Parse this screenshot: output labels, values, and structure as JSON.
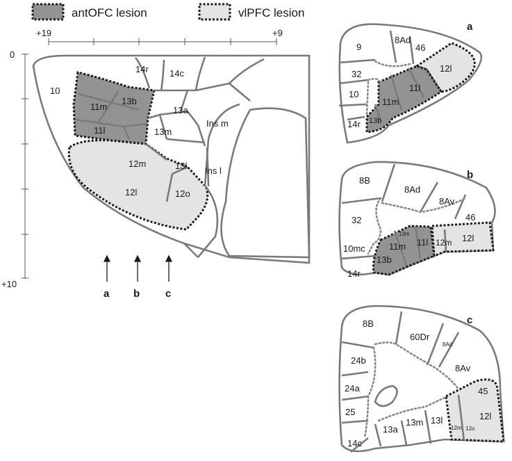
{
  "legend": {
    "antofc": {
      "label": "antOFC lesion",
      "fill": "#939393"
    },
    "vlpfc": {
      "label": "vlPFC lesion",
      "fill": "#e4e4e4"
    }
  },
  "axes": {
    "x_left": "+19",
    "x_right": "+9",
    "y_top": "0",
    "y_bottom": "+10"
  },
  "main": {
    "regions": [
      "10",
      "14r",
      "14c",
      "13b",
      "11m",
      "11l",
      "13a",
      "13m",
      "Ins m",
      "12m",
      "13l",
      "Ins l",
      "12l",
      "12o"
    ]
  },
  "arrows": [
    "a",
    "b",
    "c"
  ],
  "panel_a": {
    "letter": "a",
    "regions": [
      "9",
      "8Ad",
      "46",
      "32",
      "12l",
      "10",
      "11l",
      "11m",
      "14r",
      "13b"
    ]
  },
  "panel_b": {
    "letter": "b",
    "regions": [
      "8B",
      "8Ad",
      "8Av",
      "32",
      "46",
      "13m",
      "10mc",
      "11m",
      "11l",
      "12m",
      "12l",
      "14r",
      "13b"
    ]
  },
  "panel_c": {
    "letter": "c",
    "regions": [
      "8B",
      "60Dr",
      "8Ad",
      "24b",
      "8Av",
      "24a",
      "45",
      "25",
      "12l",
      "13a",
      "13m",
      "13l",
      "12m",
      "12o",
      "14c"
    ]
  }
}
